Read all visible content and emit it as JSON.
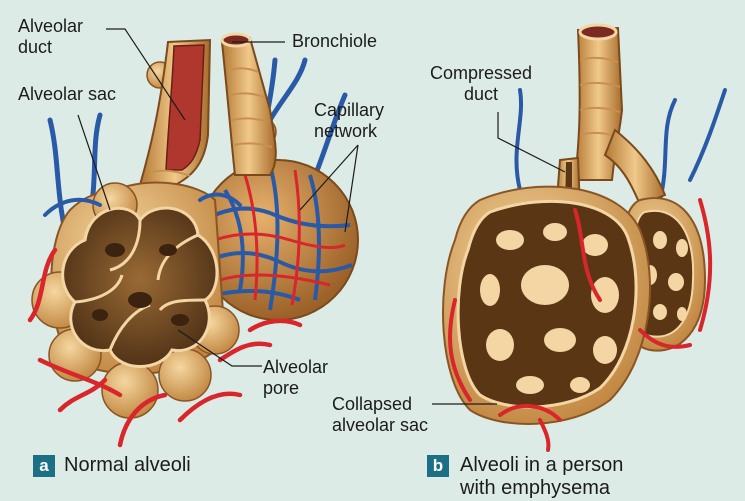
{
  "labels": {
    "alveolar_duct": [
      "Alveolar",
      "duct"
    ],
    "bronchiole": "Bronchiole",
    "alveolar_sac": "Alveolar sac",
    "capillary_network": [
      "Capillary",
      "network"
    ],
    "alveolar_pore": [
      "Alveolar",
      "pore"
    ],
    "compressed_duct": [
      "Compressed",
      "duct"
    ],
    "collapsed_sac": [
      "Collapsed",
      "alveolar sac"
    ]
  },
  "panels": {
    "a": {
      "letter": "a",
      "caption": "Normal alveoli"
    },
    "b": {
      "letter": "b",
      "caption_lines": [
        "Alveoli in a person",
        "with emphysema"
      ]
    }
  },
  "colors": {
    "background": "#dcebe6",
    "badge": "#1d6f86",
    "tissue": "#d9a562",
    "tissue_dark": "#6b4521",
    "artery": "#d8262a",
    "vein": "#1d4f9c"
  }
}
